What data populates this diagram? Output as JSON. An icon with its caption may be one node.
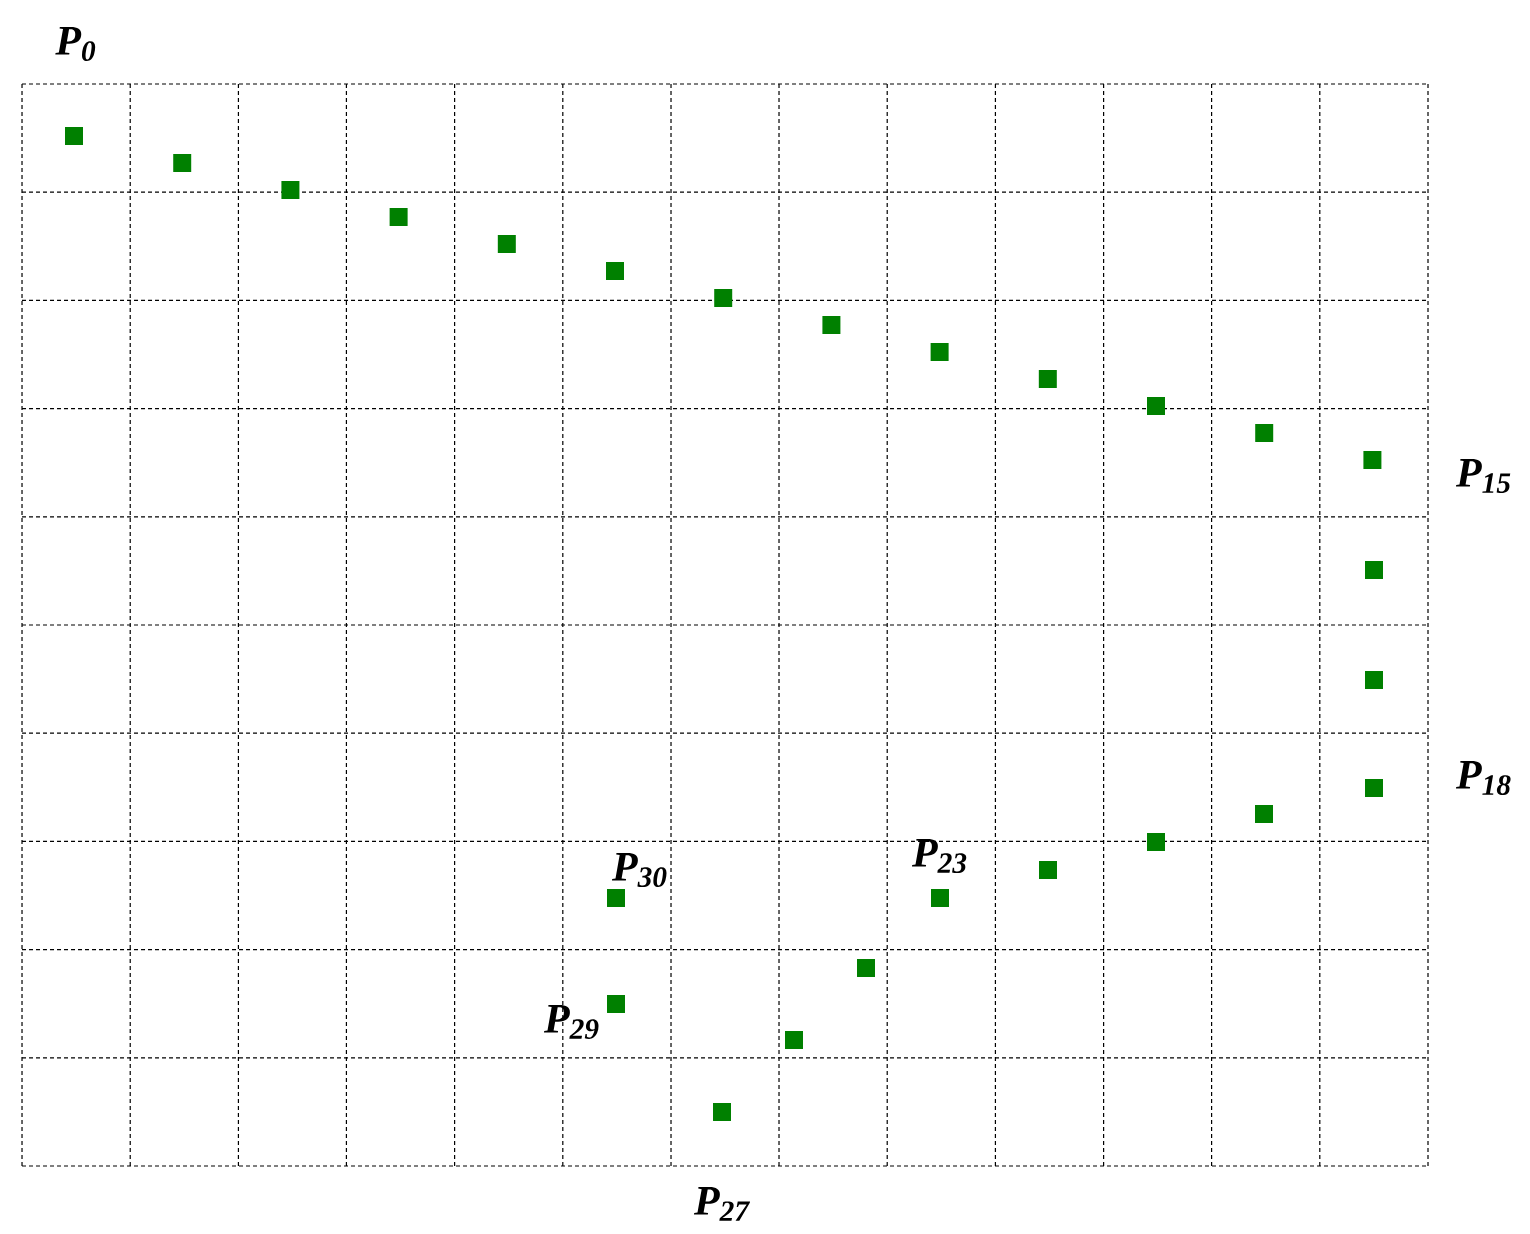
{
  "diagram": {
    "labels": [
      "P$_{0}$",
      "P$_{15}$",
      "P$_{18}$",
      "P$_{30}$",
      "P$_{23}$",
      "P$_{29}$",
      "P$_{27}$"
    ]
  }
}
